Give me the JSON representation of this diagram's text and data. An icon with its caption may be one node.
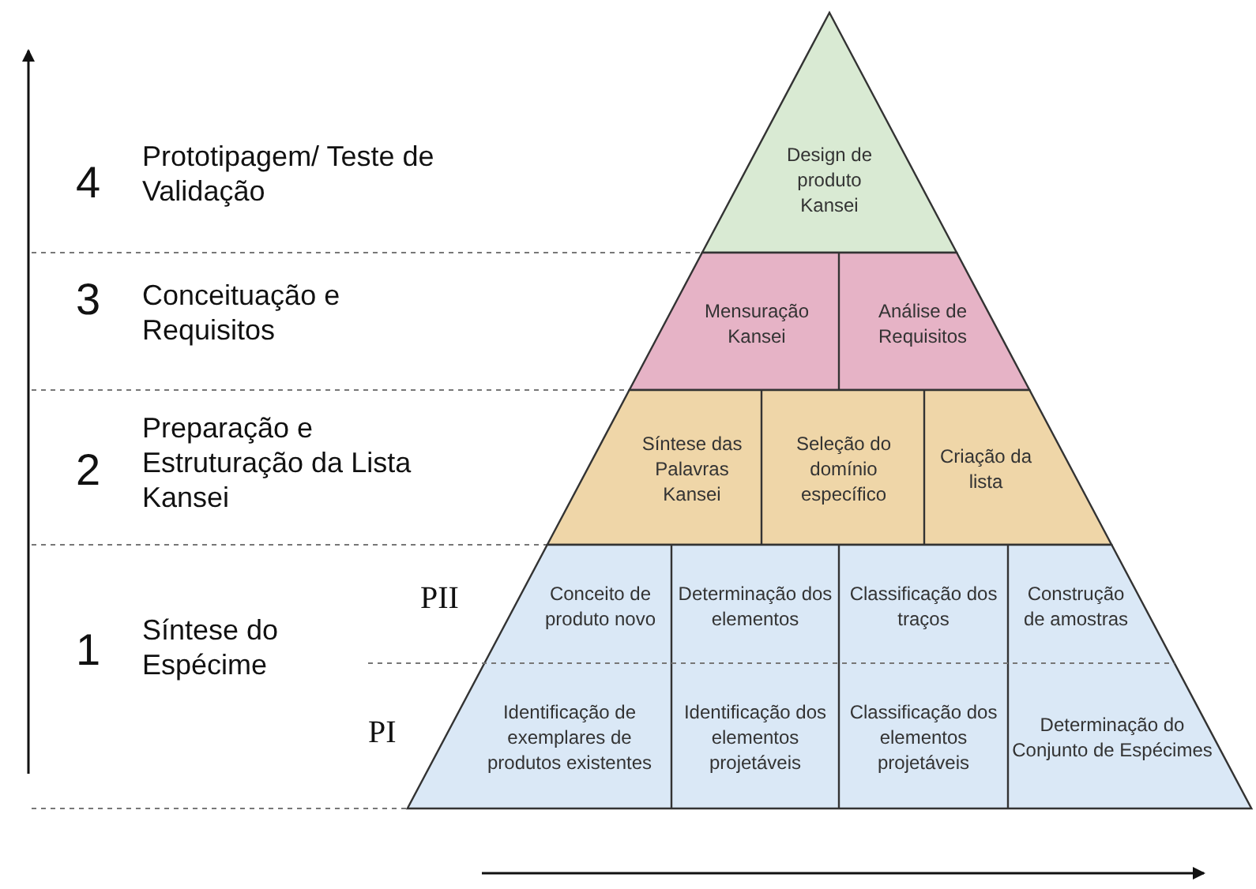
{
  "diagram": {
    "nodes": [
      {
        "text": [
          "Design de produto Kansei"
        ]
      },
      {
        "text": [
          "Mensuração Kansei"
        ]
      },
      {
        "text": [
          "Análise de Requisitos"
        ]
      },
      {
        "text": [
          "Síntese das Palavras Kansei"
        ]
      },
      {
        "text": [
          "Seleção do domínio específico"
        ]
      },
      {
        "text": [
          "Criação da lista"
        ]
      },
      {
        "text": [
          "Conceito de produto novo"
        ]
      },
      {
        "text": [
          "Determinação dos elementos"
        ]
      },
      {
        "text": [
          "Classificação dos traços"
        ]
      },
      {
        "text": [
          "Construção de amostras"
        ]
      },
      {
        "text": [
          "Identificação de exemplares de produtos existentes"
        ]
      },
      {
        "text": [
          "Identificação dos elementos projetáveis"
        ]
      },
      {
        "text": [
          "Classificação dos elementos projetáveis"
        ]
      },
      {
        "text": [
          "Determinação do Conjunto de Espécimes"
        ]
      }
    ],
    "edges": [],
    "labels": [
      "4",
      "Prototipagem/ Teste de Validação",
      "3",
      "Conceituação e Requisitos",
      "2",
      "Preparação e Estruturação da Lista Kansei",
      "1",
      "Síntese do Espécime",
      "PII",
      "PI"
    ]
  }
}
